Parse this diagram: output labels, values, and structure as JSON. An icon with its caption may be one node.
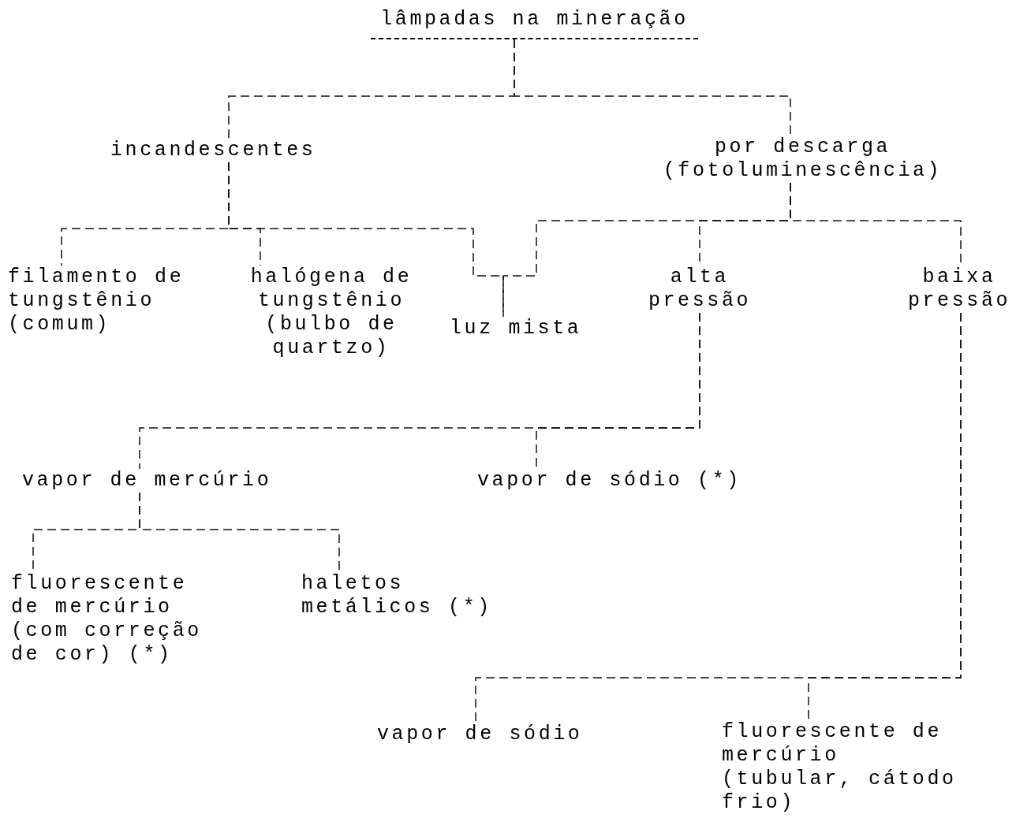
{
  "diagram": {
    "nodes": [
      {
        "text": [
          "lâmpadas na mineração"
        ]
      },
      {
        "text": [
          "incandescentes"
        ]
      },
      {
        "text": [
          "por descarga (fotoluminescência)"
        ]
      },
      {
        "text": [
          "filamento de tungstênio (comum)"
        ]
      },
      {
        "text": [
          "halógena de tungstênio (bulbo de quartzo)"
        ]
      },
      {
        "text": [
          "luz mista"
        ]
      },
      {
        "text": [
          "alta pressão"
        ]
      },
      {
        "text": [
          "baixa pressão"
        ]
      },
      {
        "text": [
          "vapor de mercúrio"
        ]
      },
      {
        "text": [
          "vapor de sódio (*)"
        ]
      },
      {
        "text": [
          "fluorescente de mercúrio (com correção de cor) (*)"
        ]
      },
      {
        "text": [
          "haletos metálicos (*)"
        ]
      },
      {
        "text": [
          "vapor de sódio"
        ]
      },
      {
        "text": [
          "fluorescente de mercúrio (tubular, cátodo frio)"
        ]
      }
    ],
    "edges": [
      {
        "from": 0,
        "to": 1,
        "arrow": "none"
      },
      {
        "from": 0,
        "to": 2,
        "arrow": "none"
      },
      {
        "from": 1,
        "to": 3,
        "arrow": "none"
      },
      {
        "from": 1,
        "to": 4,
        "arrow": "none"
      },
      {
        "from": 1,
        "to": 5,
        "arrow": "none"
      },
      {
        "from": 2,
        "to": 5,
        "arrow": "none"
      },
      {
        "from": 2,
        "to": 6,
        "arrow": "none"
      },
      {
        "from": 2,
        "to": 7,
        "arrow": "none"
      },
      {
        "from": 6,
        "to": 8,
        "arrow": "none"
      },
      {
        "from": 6,
        "to": 9,
        "arrow": "none"
      },
      {
        "from": 8,
        "to": 10,
        "arrow": "none"
      },
      {
        "from": 8,
        "to": 11,
        "arrow": "none"
      },
      {
        "from": 7,
        "to": 12,
        "arrow": "none"
      },
      {
        "from": 7,
        "to": 13,
        "arrow": "none"
      }
    ]
  }
}
